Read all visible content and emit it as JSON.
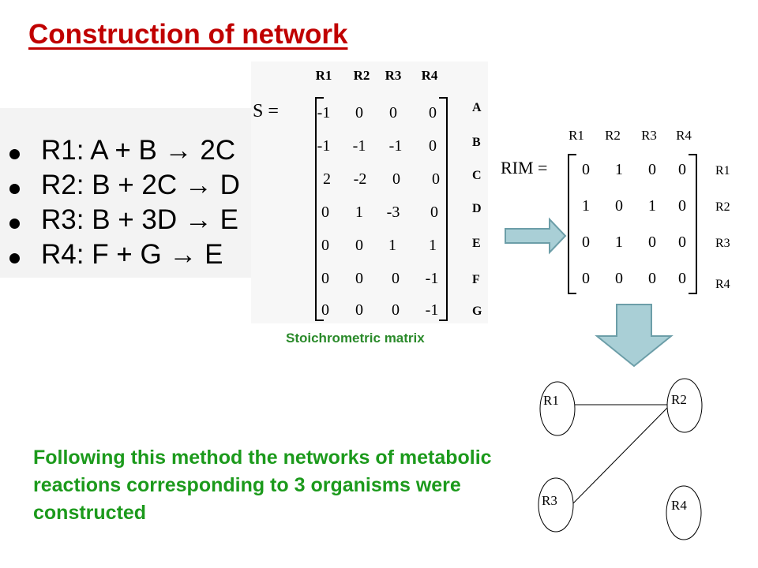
{
  "title": "Construction of network",
  "reactions": [
    {
      "label": "R1:  A + B → 2C"
    },
    {
      "label": "R2:  B + 2C → D"
    },
    {
      "label": "R3:  B + 3D → E"
    },
    {
      "label": "R4:  F + G → E"
    }
  ],
  "stoich": {
    "symbol": "S =",
    "col_headers": [
      "R1",
      "R2",
      "R3",
      "R4"
    ],
    "row_labels": [
      "A",
      "B",
      "C",
      "D",
      "E",
      "F",
      "G"
    ],
    "rows": [
      [
        "-1",
        "0",
        "0",
        "0"
      ],
      [
        "-1",
        "-1",
        "-1",
        "0"
      ],
      [
        "2",
        "-2",
        "0",
        "0"
      ],
      [
        "0",
        "1",
        "-3",
        "0"
      ],
      [
        "0",
        "0",
        "1",
        "1"
      ],
      [
        "0",
        "0",
        "0",
        "-1"
      ],
      [
        "0",
        "0",
        "0",
        "-1"
      ]
    ],
    "caption": "Stoichrometric matrix"
  },
  "rim": {
    "symbol": "RIM =",
    "col_headers": [
      "R1",
      "R2",
      "R3",
      "R4"
    ],
    "row_labels": [
      "R1",
      "R2",
      "R3",
      "R4"
    ],
    "rows": [
      [
        "0",
        "1",
        "0",
        "0"
      ],
      [
        "1",
        "0",
        "1",
        "0"
      ],
      [
        "0",
        "1",
        "0",
        "0"
      ],
      [
        "0",
        "0",
        "0",
        "0"
      ]
    ]
  },
  "network": {
    "nodes": [
      "R1",
      "R2",
      "R3",
      "R4"
    ],
    "edges": [
      [
        "R1",
        "R2"
      ],
      [
        "R3",
        "R2"
      ]
    ]
  },
  "colors": {
    "title": "#c00000",
    "body_text": "#1c9a1c",
    "caption": "#2a8a2a",
    "arrow_fill": "#a9cfd6",
    "arrow_stroke": "#6c9ea8"
  },
  "footer_text": "Following this method the networks of metabolic reactions corresponding to 3 organisms were constructed"
}
